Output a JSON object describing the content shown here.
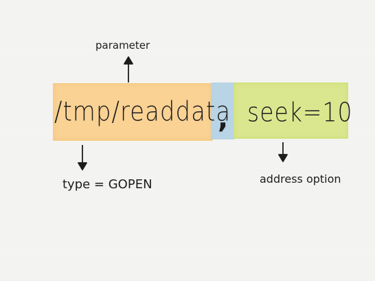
{
  "diagram": {
    "path_text": "/tmp/readdata",
    "separator_text": ",",
    "option_text": "seek=10",
    "label_parameter": "parameter",
    "label_type": "type = GOPEN",
    "label_address_option": "address option"
  },
  "colors": {
    "path_highlight": "#f9d294",
    "separator_highlight": "#b8d4e5",
    "option_highlight": "#dbe78f",
    "ink": "#1c1c1c"
  }
}
